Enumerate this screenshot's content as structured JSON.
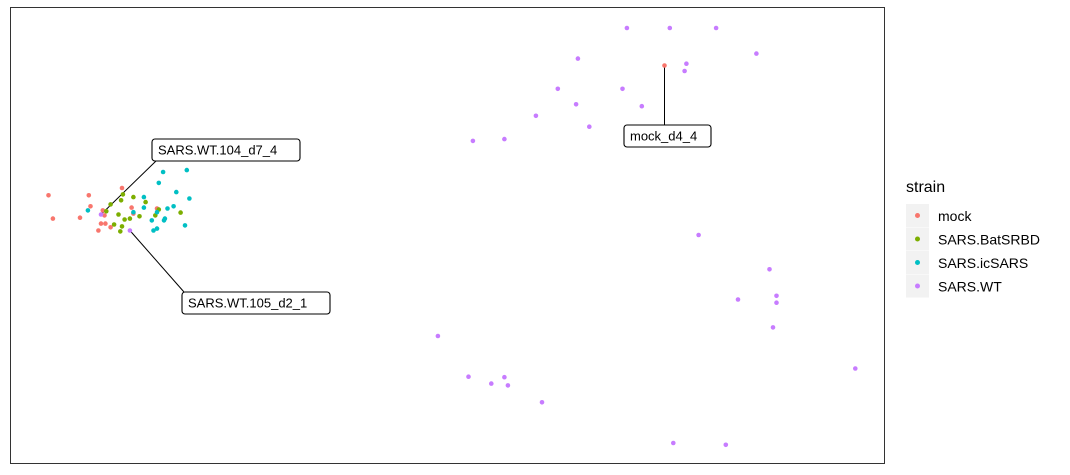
{
  "chart_data": {
    "type": "scatter",
    "title": "",
    "xlabel": "",
    "ylabel": "",
    "grid": false,
    "xlim": [
      0,
      100
    ],
    "ylim": [
      0,
      100
    ],
    "legend": {
      "title": "strain",
      "placement": "right",
      "entries": [
        {
          "name": "mock",
          "color": "#F8766D"
        },
        {
          "name": "SARS.BatSRBD",
          "color": "#7CAE00"
        },
        {
          "name": "SARS.icSARS",
          "color": "#00BFC4"
        },
        {
          "name": "SARS.WT",
          "color": "#C77CFF"
        }
      ]
    },
    "series": [
      {
        "name": "mock",
        "color": "#F8766D",
        "points": [
          [
            4.4,
            58.8
          ],
          [
            4.9,
            53.7
          ],
          [
            8.0,
            53.9
          ],
          [
            9.0,
            58.8
          ],
          [
            9.2,
            56.4
          ],
          [
            10.6,
            55.5
          ],
          [
            10.9,
            52.6
          ],
          [
            10.1,
            51.1
          ],
          [
            11.5,
            51.8
          ],
          [
            10.4,
            52.6
          ],
          [
            12.8,
            60.4
          ],
          [
            13.9,
            56.1
          ],
          [
            16.8,
            55.9
          ],
          [
            14.1,
            54.8
          ],
          [
            10.8,
            54.4
          ],
          [
            74.8,
            87.2
          ]
        ]
      },
      {
        "name": "SARS.BatSRBD",
        "color": "#7CAE00",
        "points": [
          [
            11.0,
            55.3
          ],
          [
            11.9,
            52.4
          ],
          [
            12.4,
            54.6
          ],
          [
            12.7,
            57.7
          ],
          [
            13.1,
            53.5
          ],
          [
            13.7,
            53.7
          ],
          [
            14.8,
            54.2
          ],
          [
            12.8,
            52.0
          ],
          [
            15.5,
            57.3
          ],
          [
            16.6,
            54.4
          ],
          [
            17.0,
            55.7
          ],
          [
            19.5,
            55.0
          ],
          [
            12.6,
            50.9
          ],
          [
            11.5,
            56.8
          ],
          [
            12.9,
            59.0
          ],
          [
            14.1,
            58.4
          ]
        ]
      },
      {
        "name": "SARS.icSARS",
        "color": "#00BFC4",
        "points": [
          [
            8.9,
            55.5
          ],
          [
            15.3,
            58.4
          ],
          [
            17.0,
            61.5
          ],
          [
            17.5,
            63.9
          ],
          [
            19.0,
            59.5
          ],
          [
            20.5,
            58.1
          ],
          [
            20.2,
            64.3
          ],
          [
            18.0,
            55.9
          ],
          [
            17.7,
            53.7
          ],
          [
            16.2,
            53.3
          ],
          [
            16.8,
            51.5
          ],
          [
            16.4,
            51.1
          ],
          [
            17.6,
            53.3
          ],
          [
            20.0,
            52.2
          ],
          [
            16.8,
            55.1
          ],
          [
            15.3,
            56.1
          ],
          [
            18.7,
            56.4
          ],
          [
            14.1,
            55.1
          ]
        ]
      },
      {
        "name": "SARS.WT",
        "color": "#C77CFF",
        "points": [
          [
            70.5,
            95.4
          ],
          [
            75.4,
            95.4
          ],
          [
            80.7,
            95.4
          ],
          [
            64.9,
            88.7
          ],
          [
            77.1,
            86.0
          ],
          [
            85.3,
            89.8
          ],
          [
            62.6,
            82.1
          ],
          [
            70.0,
            82.1
          ],
          [
            64.7,
            78.7
          ],
          [
            72.2,
            78.3
          ],
          [
            77.3,
            87.6
          ],
          [
            60.1,
            76.2
          ],
          [
            66.2,
            73.8
          ],
          [
            52.9,
            70.7
          ],
          [
            56.5,
            71.1
          ],
          [
            78.7,
            50.1
          ],
          [
            86.8,
            42.6
          ],
          [
            83.2,
            36.0
          ],
          [
            87.6,
            36.8
          ],
          [
            87.6,
            35.3
          ],
          [
            87.2,
            29.9
          ],
          [
            48.9,
            28.0
          ],
          [
            52.4,
            19.1
          ],
          [
            55.0,
            17.6
          ],
          [
            56.5,
            19.0
          ],
          [
            56.9,
            17.2
          ],
          [
            60.8,
            13.5
          ],
          [
            96.6,
            20.9
          ],
          [
            75.8,
            4.6
          ],
          [
            81.8,
            4.2
          ],
          [
            10.4,
            54.6
          ],
          [
            13.7,
            51.1
          ]
        ]
      }
    ],
    "annotations": [
      {
        "text": "SARS.WT.104_d7_4",
        "point": [
          10.4,
          54.6
        ]
      },
      {
        "text": "SARS.WT.105_d2_1",
        "point": [
          13.7,
          51.1
        ]
      },
      {
        "text": "mock_d4_4",
        "point": [
          74.8,
          87.2
        ]
      }
    ]
  }
}
